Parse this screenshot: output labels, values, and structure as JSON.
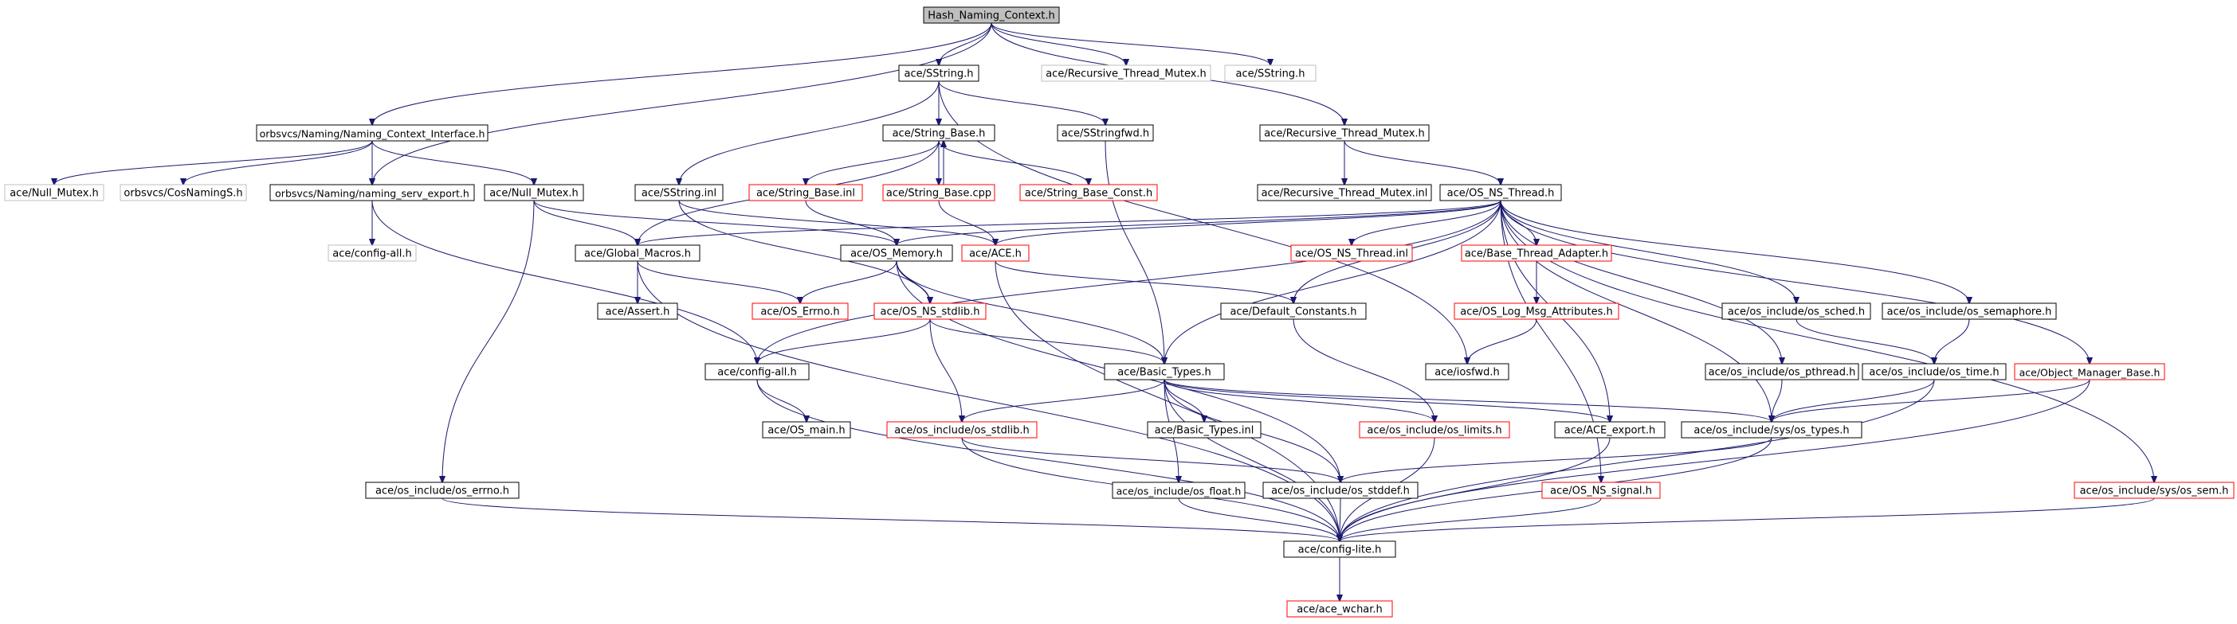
{
  "graph": {
    "root": "Hash_Naming_Context.h",
    "colors": {
      "edge": "#191970",
      "root_fill": "#bfbfbf",
      "node_border": "#000000",
      "undocumented_border": "#ff0000",
      "external_border": "#bfbfbf"
    },
    "nodes": [
      {
        "id": "hash",
        "label": "Hash_Naming_Context.h",
        "style": "root"
      },
      {
        "id": "sstring_h",
        "label": "ace/SString.h",
        "style": "black"
      },
      {
        "id": "rtm_gray",
        "label": "ace/Recursive_Thread_Mutex.h",
        "style": "gray"
      },
      {
        "id": "sstring_gray",
        "label": "ace/SString.h",
        "style": "gray"
      },
      {
        "id": "nci",
        "label": "orbsvcs/Naming/Naming_Context_Interface.h",
        "style": "black"
      },
      {
        "id": "string_base_h",
        "label": "ace/String_Base.h",
        "style": "black"
      },
      {
        "id": "sstringfwd",
        "label": "ace/SStringfwd.h",
        "style": "black"
      },
      {
        "id": "rtm",
        "label": "ace/Recursive_Thread_Mutex.h",
        "style": "black"
      },
      {
        "id": "null_mutex_gray",
        "label": "ace/Null_Mutex.h",
        "style": "gray"
      },
      {
        "id": "cosnaming",
        "label": "orbsvcs/CosNamingS.h",
        "style": "gray"
      },
      {
        "id": "nse",
        "label": "orbsvcs/Naming/naming_serv_export.h",
        "style": "black"
      },
      {
        "id": "null_mutex",
        "label": "ace/Null_Mutex.h",
        "style": "black"
      },
      {
        "id": "sstring_inl",
        "label": "ace/SString.inl",
        "style": "black"
      },
      {
        "id": "string_base_inl",
        "label": "ace/String_Base.inl",
        "style": "red"
      },
      {
        "id": "string_base_cpp",
        "label": "ace/String_Base.cpp",
        "style": "red"
      },
      {
        "id": "string_base_const",
        "label": "ace/String_Base_Const.h",
        "style": "red"
      },
      {
        "id": "rtm_inl",
        "label": "ace/Recursive_Thread_Mutex.inl",
        "style": "black"
      },
      {
        "id": "os_ns_thread",
        "label": "ace/OS_NS_Thread.h",
        "style": "black"
      },
      {
        "id": "config_all_gray",
        "label": "ace/config-all.h",
        "style": "gray"
      },
      {
        "id": "global_macros",
        "label": "ace/Global_Macros.h",
        "style": "black"
      },
      {
        "id": "os_memory",
        "label": "ace/OS_Memory.h",
        "style": "black"
      },
      {
        "id": "ace_h",
        "label": "ace/ACE.h",
        "style": "red"
      },
      {
        "id": "os_ns_thread_inl",
        "label": "ace/OS_NS_Thread.inl",
        "style": "red"
      },
      {
        "id": "bta",
        "label": "ace/Base_Thread_Adapter.h",
        "style": "red"
      },
      {
        "id": "assert",
        "label": "ace/Assert.h",
        "style": "black"
      },
      {
        "id": "os_errno",
        "label": "ace/OS_Errno.h",
        "style": "red"
      },
      {
        "id": "os_ns_stdlib",
        "label": "ace/OS_NS_stdlib.h",
        "style": "red"
      },
      {
        "id": "default_constants",
        "label": "ace/Default_Constants.h",
        "style": "black"
      },
      {
        "id": "log_msg_attr",
        "label": "ace/OS_Log_Msg_Attributes.h",
        "style": "red"
      },
      {
        "id": "os_sched",
        "label": "ace/os_include/os_sched.h",
        "style": "black"
      },
      {
        "id": "os_semaphore",
        "label": "ace/os_include/os_semaphore.h",
        "style": "black"
      },
      {
        "id": "config_all",
        "label": "ace/config-all.h",
        "style": "black"
      },
      {
        "id": "basic_types",
        "label": "ace/Basic_Types.h",
        "style": "black"
      },
      {
        "id": "iosfwd",
        "label": "ace/iosfwd.h",
        "style": "black"
      },
      {
        "id": "os_pthread",
        "label": "ace/os_include/os_pthread.h",
        "style": "black"
      },
      {
        "id": "os_time",
        "label": "ace/os_include/os_time.h",
        "style": "black"
      },
      {
        "id": "omb",
        "label": "ace/Object_Manager_Base.h",
        "style": "red"
      },
      {
        "id": "os_main",
        "label": "ace/OS_main.h",
        "style": "black"
      },
      {
        "id": "os_stdlib",
        "label": "ace/os_include/os_stdlib.h",
        "style": "red"
      },
      {
        "id": "basic_types_inl",
        "label": "ace/Basic_Types.inl",
        "style": "black"
      },
      {
        "id": "os_limits",
        "label": "ace/os_include/os_limits.h",
        "style": "red"
      },
      {
        "id": "ace_export",
        "label": "ace/ACE_export.h",
        "style": "black"
      },
      {
        "id": "os_types",
        "label": "ace/os_include/sys/os_types.h",
        "style": "black"
      },
      {
        "id": "os_errno_inc",
        "label": "ace/os_include/os_errno.h",
        "style": "black"
      },
      {
        "id": "os_float",
        "label": "ace/os_include/os_float.h",
        "style": "black"
      },
      {
        "id": "os_stddef",
        "label": "ace/os_include/os_stddef.h",
        "style": "black"
      },
      {
        "id": "os_ns_signal",
        "label": "ace/OS_NS_signal.h",
        "style": "red"
      },
      {
        "id": "os_sem",
        "label": "ace/os_include/sys/os_sem.h",
        "style": "red"
      },
      {
        "id": "config_lite",
        "label": "ace/config-lite.h",
        "style": "black"
      },
      {
        "id": "ace_wchar",
        "label": "ace/ace_wchar.h",
        "style": "red"
      }
    ],
    "edges": [
      [
        "hash",
        "sstring_h"
      ],
      [
        "hash",
        "rtm_gray"
      ],
      [
        "hash",
        "sstring_gray"
      ],
      [
        "hash",
        "nci"
      ],
      [
        "hash",
        "nse"
      ],
      [
        "hash",
        "rtm"
      ],
      [
        "sstring_h",
        "string_base_h"
      ],
      [
        "sstring_h",
        "sstringfwd"
      ],
      [
        "sstring_h",
        "sstring_inl"
      ],
      [
        "sstring_h",
        "iosfwd"
      ],
      [
        "nci",
        "null_mutex_gray"
      ],
      [
        "nci",
        "cosnaming"
      ],
      [
        "nci",
        "nse"
      ],
      [
        "nci",
        "null_mutex"
      ],
      [
        "string_base_h",
        "global_macros"
      ],
      [
        "string_base_h",
        "string_base_inl"
      ],
      [
        "string_base_h",
        "string_base_cpp"
      ],
      [
        "string_base_h",
        "string_base_const"
      ],
      [
        "string_base_cpp",
        "string_base_h"
      ],
      [
        "string_base_cpp",
        "ace_h"
      ],
      [
        "sstringfwd",
        "basic_types"
      ],
      [
        "rtm",
        "rtm_inl"
      ],
      [
        "rtm",
        "os_ns_thread"
      ],
      [
        "nse",
        "config_all_gray"
      ],
      [
        "nse",
        "config_all"
      ],
      [
        "null_mutex",
        "global_macros"
      ],
      [
        "null_mutex",
        "os_memory"
      ],
      [
        "null_mutex",
        "os_errno_inc"
      ],
      [
        "sstring_inl",
        "ace_h"
      ],
      [
        "sstring_inl",
        "os_ns_stdlib"
      ],
      [
        "string_base_inl",
        "os_memory"
      ],
      [
        "os_ns_thread",
        "global_macros"
      ],
      [
        "os_ns_thread",
        "os_memory"
      ],
      [
        "os_ns_thread",
        "ace_h"
      ],
      [
        "os_ns_thread",
        "os_ns_thread_inl"
      ],
      [
        "os_ns_thread",
        "bta"
      ],
      [
        "os_ns_thread",
        "default_constants"
      ],
      [
        "os_ns_thread",
        "config_all"
      ],
      [
        "os_ns_thread",
        "basic_types"
      ],
      [
        "os_ns_thread",
        "os_sched"
      ],
      [
        "os_ns_thread",
        "os_semaphore"
      ],
      [
        "os_ns_thread",
        "os_pthread"
      ],
      [
        "os_ns_thread",
        "omb"
      ],
      [
        "os_ns_thread",
        "ace_export"
      ],
      [
        "os_ns_thread",
        "os_types"
      ],
      [
        "os_ns_thread",
        "os_ns_signal"
      ],
      [
        "os_ns_thread",
        "os_sem"
      ],
      [
        "global_macros",
        "assert"
      ],
      [
        "global_macros",
        "os_errno"
      ],
      [
        "global_macros",
        "config_lite"
      ],
      [
        "os_memory",
        "os_errno"
      ],
      [
        "os_memory",
        "os_ns_stdlib"
      ],
      [
        "os_memory",
        "basic_types"
      ],
      [
        "os_memory",
        "os_stddef"
      ],
      [
        "ace_h",
        "default_constants"
      ],
      [
        "ace_h",
        "config_lite"
      ],
      [
        "bta",
        "log_msg_attr"
      ],
      [
        "log_msg_attr",
        "iosfwd"
      ],
      [
        "os_ns_stdlib",
        "config_all"
      ],
      [
        "os_ns_stdlib",
        "basic_types"
      ],
      [
        "os_ns_stdlib",
        "os_stdlib"
      ],
      [
        "default_constants",
        "os_limits"
      ],
      [
        "os_sched",
        "os_time"
      ],
      [
        "os_semaphore",
        "os_time"
      ],
      [
        "config_all",
        "os_main"
      ],
      [
        "config_all",
        "config_lite"
      ],
      [
        "basic_types",
        "os_stdlib"
      ],
      [
        "basic_types",
        "basic_types_inl"
      ],
      [
        "basic_types",
        "os_limits"
      ],
      [
        "basic_types",
        "ace_export"
      ],
      [
        "basic_types",
        "os_types"
      ],
      [
        "basic_types",
        "os_float"
      ],
      [
        "basic_types",
        "os_stddef"
      ],
      [
        "basic_types",
        "config_lite"
      ],
      [
        "os_pthread",
        "os_types"
      ],
      [
        "os_time",
        "os_types"
      ],
      [
        "os_time",
        "config_lite"
      ],
      [
        "omb",
        "os_types"
      ],
      [
        "omb",
        "config_lite"
      ],
      [
        "os_stdlib",
        "os_stddef"
      ],
      [
        "os_stdlib",
        "config_lite"
      ],
      [
        "os_limits",
        "config_lite"
      ],
      [
        "ace_export",
        "config_lite"
      ],
      [
        "os_types",
        "os_stddef"
      ],
      [
        "os_types",
        "config_lite"
      ],
      [
        "os_errno_inc",
        "config_lite"
      ],
      [
        "os_float",
        "config_lite"
      ],
      [
        "os_stddef",
        "config_lite"
      ],
      [
        "os_ns_signal",
        "config_lite"
      ],
      [
        "os_sem",
        "config_lite"
      ],
      [
        "config_lite",
        "ace_wchar"
      ]
    ]
  }
}
